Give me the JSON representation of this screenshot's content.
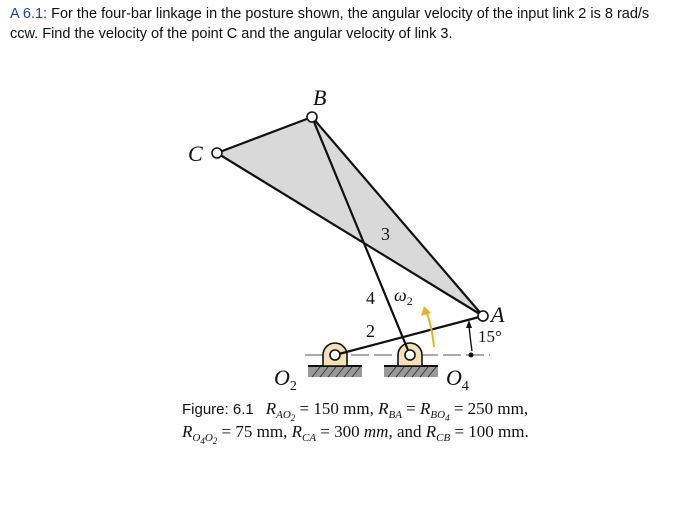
{
  "problem": {
    "number": "A 6.1:",
    "text": " For the four-bar linkage in the posture shown, the angular velocity of the input link 2 is 8 rad/s ccw. Find the velocity of the point C and the angular velocity of link 3."
  },
  "diagram": {
    "labels": {
      "B": "B",
      "C": "C",
      "A": "A",
      "O2": "O",
      "O2_sub": "2",
      "O4": "O",
      "O4_sub": "4",
      "link3": "3",
      "link4": "4",
      "link2": "2",
      "omega": "ω",
      "omega_sub": "2",
      "angle": "15°"
    },
    "colors": {
      "coupler_fill": "#d9d9d9",
      "pivot_fill": "#f3dfb8",
      "ground_fill": "#9a9a9a",
      "omega_arrow": "#e6b422",
      "line": "#111111"
    }
  },
  "caption": {
    "figure_label": "Figure: 6.1",
    "R_AO2": "150 mm",
    "R_BA_BO4": "250 mm",
    "R_O4O2": "75 mm",
    "R_CA": "300",
    "R_CA_unit": "mm",
    "R_CB": "100 mm."
  }
}
